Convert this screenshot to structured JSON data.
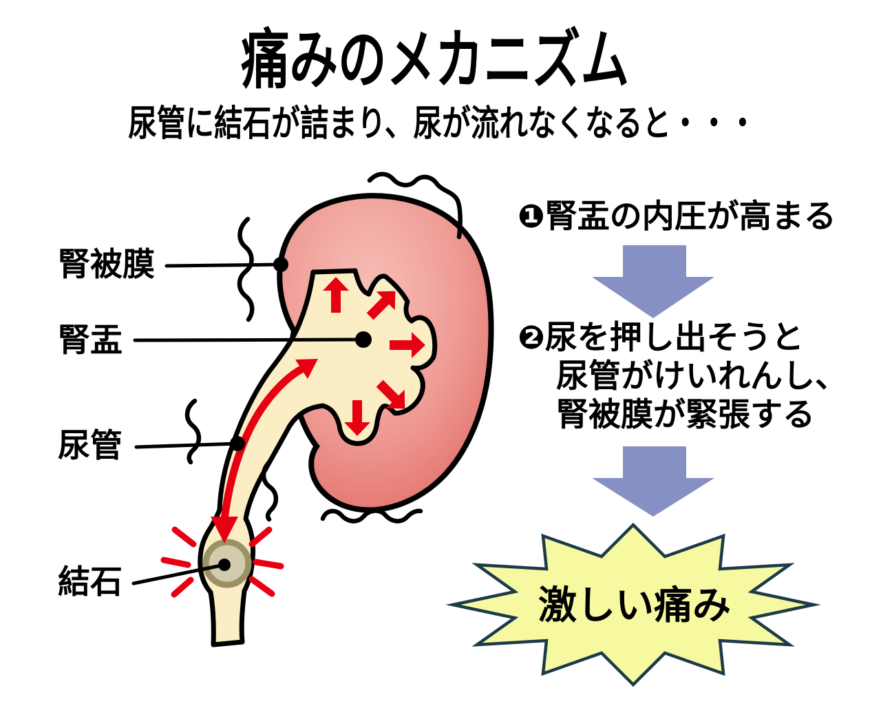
{
  "header": {
    "title": "痛みのメカニズム",
    "subtitle": "尿管に結石が詰まり、尿が流れなくなると・・・"
  },
  "kidney_diagram": {
    "labels": {
      "renal_capsule": "腎被膜",
      "renal_pelvis": "腎盂",
      "ureter": "尿管",
      "stone": "結石"
    }
  },
  "process": {
    "step1": "❶腎盂の内圧が高まる",
    "step2_line1": "❷尿を押し出そうと",
    "step2_line2": "尿管がけいれんし、",
    "step2_line3": "腎被膜が緊張する",
    "result": "激しい痛み"
  },
  "colors": {
    "kidney_inner": "#f6c0b8",
    "kidney_mid": "#ef9c95",
    "kidney_outer": "#e26d68",
    "pelvis_fill": "#fbeec5",
    "stone_fill": "#d3cbae",
    "stone_ring": "#9a9164",
    "alert_red": "#e60012",
    "flow_arrow": "#8690c4",
    "burst_fill": "#f7f9a1",
    "burst_border": "#1c3a49",
    "outline": "#000000"
  }
}
